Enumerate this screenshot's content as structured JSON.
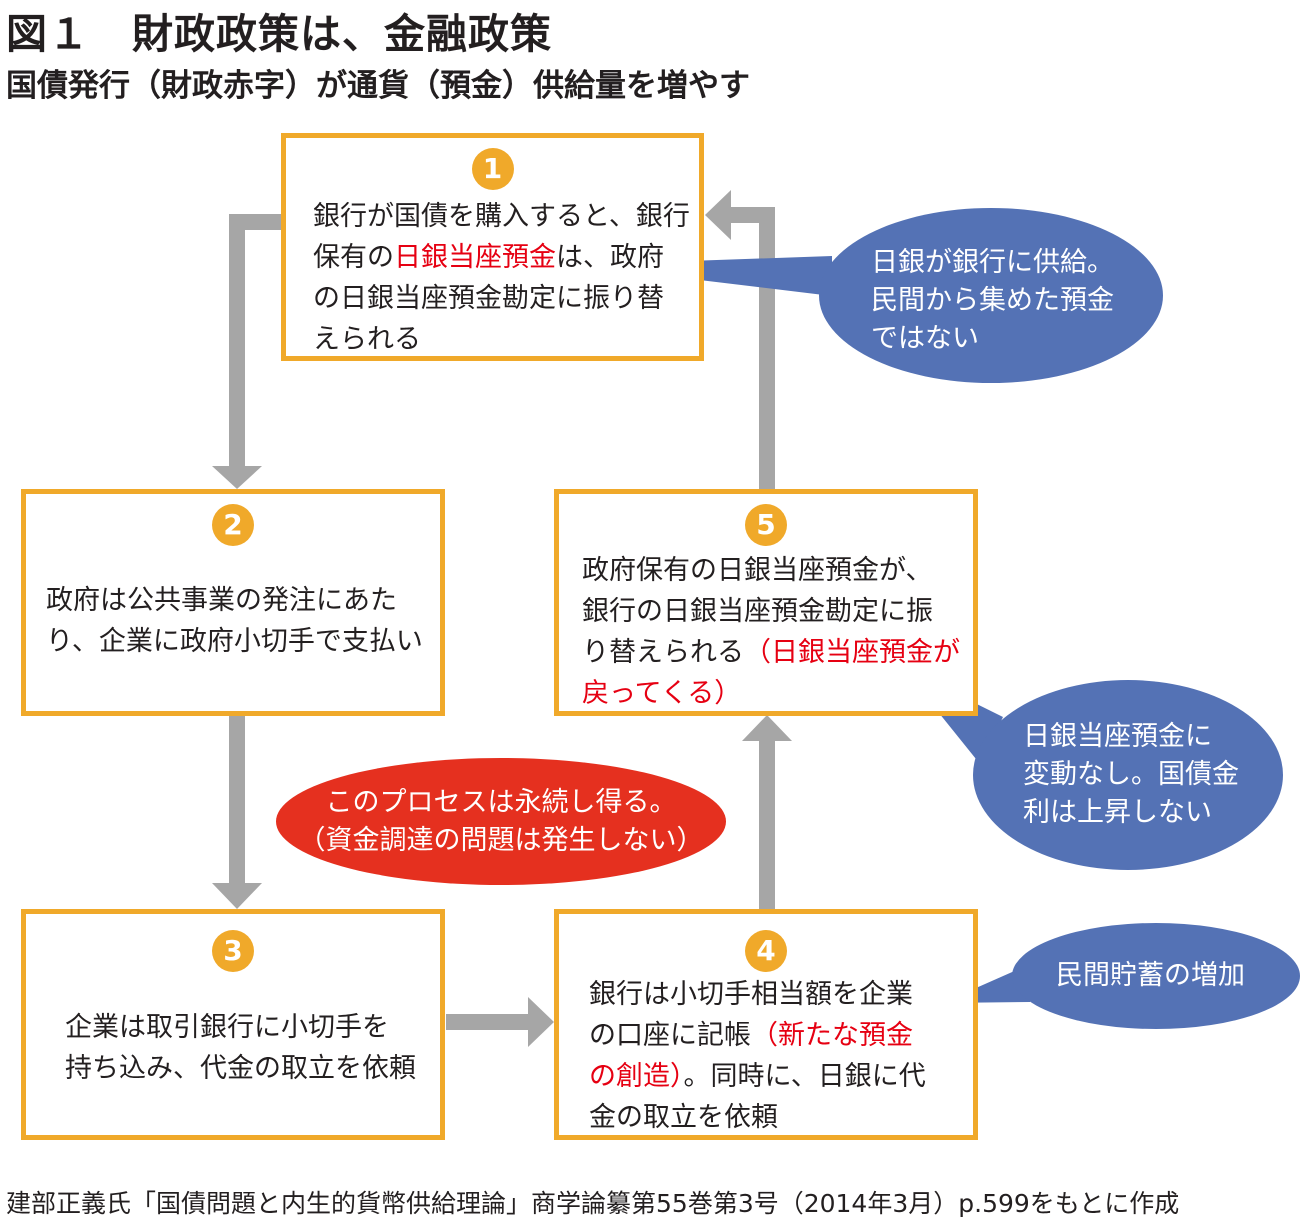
{
  "header": {
    "title": "図１　財政政策は、金融政策",
    "subtitle": "国債発行（財政赤字）が通貨（預金）供給量を増やす"
  },
  "steps": [
    {
      "num": "1",
      "lines": [
        {
          "a": "銀行が国債を購入すると、銀行"
        },
        {
          "a": "保有の",
          "r": "日銀当座預金",
          "b": "は、政府"
        },
        {
          "a": "の日銀当座預金勘定に振り替"
        },
        {
          "a": "えられる"
        }
      ]
    },
    {
      "num": "2",
      "lines": [
        {
          "a": "政府は公共事業の発注にあた"
        },
        {
          "a": "り、企業に政府小切手で支払い"
        }
      ]
    },
    {
      "num": "3",
      "lines": [
        {
          "a": "企業は取引銀行に小切手を"
        },
        {
          "a": "持ち込み、代金の取立を依頼"
        }
      ]
    },
    {
      "num": "4",
      "lines": [
        {
          "a": "銀行は小切手相当額を企業"
        },
        {
          "a": "の口座に記帳",
          "r": "（新たな預金"
        },
        {
          "r": "の創造）",
          "b": "。同時に、日銀に代"
        },
        {
          "a": "金の取立を依頼"
        }
      ]
    },
    {
      "num": "5",
      "lines": [
        {
          "a": "政府保有の日銀当座預金が、"
        },
        {
          "a": "銀行の日銀当座預金勘定に振"
        },
        {
          "a": "り替えられる",
          "r": "（日銀当座預金が"
        },
        {
          "r": "戻ってくる）"
        }
      ]
    }
  ],
  "callouts": {
    "boj_supply": [
      "日銀が銀行に供給。",
      "民間から集めた預金",
      "ではない"
    ],
    "no_change": [
      "日銀当座預金に",
      "変動なし。国債金",
      "利は上昇しない"
    ],
    "savings": [
      "民間貯蓄の増加"
    ],
    "sustain": [
      "このプロセスは永続し得る。",
      "（資金調達の問題は発生しない）"
    ]
  },
  "source": "建部正義氏「国債問題と内生的貨幣供給理論」商学論纂第55巻第3号（2014年3月）p.599をもとに作成",
  "colors": {
    "box_border": "#f0a92a",
    "step_number_fill": "#f0a92a",
    "highlight_text": "#e60012",
    "arrow": "#a6a6a6",
    "callout_blue": "#5472b5",
    "callout_red": "#e5301f"
  }
}
